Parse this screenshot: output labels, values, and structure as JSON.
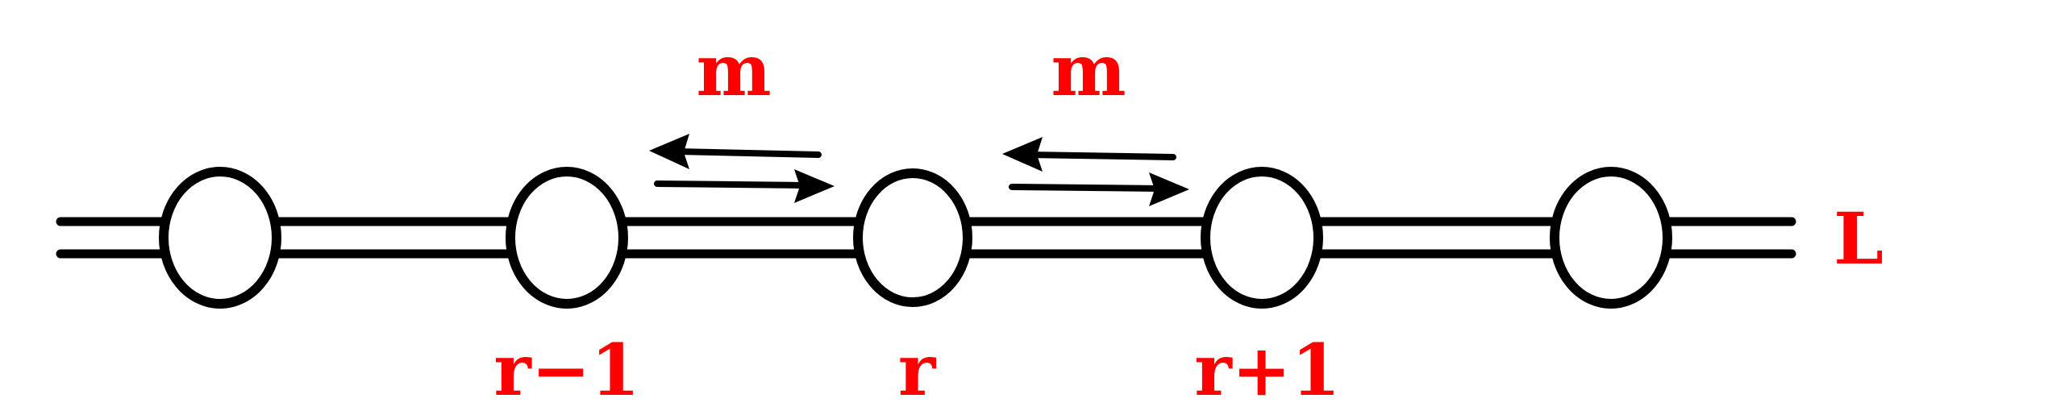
{
  "labels": {
    "transfer_left": "m",
    "transfer_right": "m",
    "node_left": "r−1",
    "node_center": "r",
    "node_right": "r+1",
    "chain_length": "L"
  },
  "colors": {
    "label": "#ff0000",
    "line": "#000000",
    "background": "#ffffff"
  }
}
